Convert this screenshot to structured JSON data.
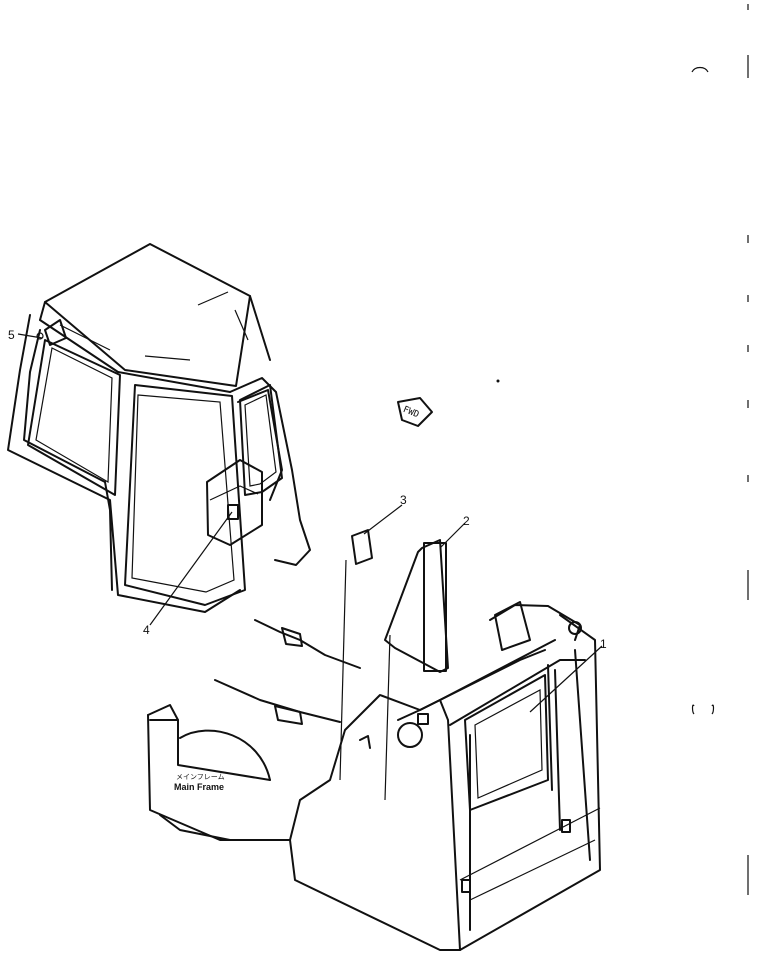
{
  "callouts": {
    "c1": "1",
    "c2": "2",
    "c3": "3",
    "c4": "4",
    "c5": "5"
  },
  "main_frame": {
    "label_jp": "メインフレーム",
    "label_en": "Main Frame"
  },
  "direction": {
    "label": "FWD"
  }
}
